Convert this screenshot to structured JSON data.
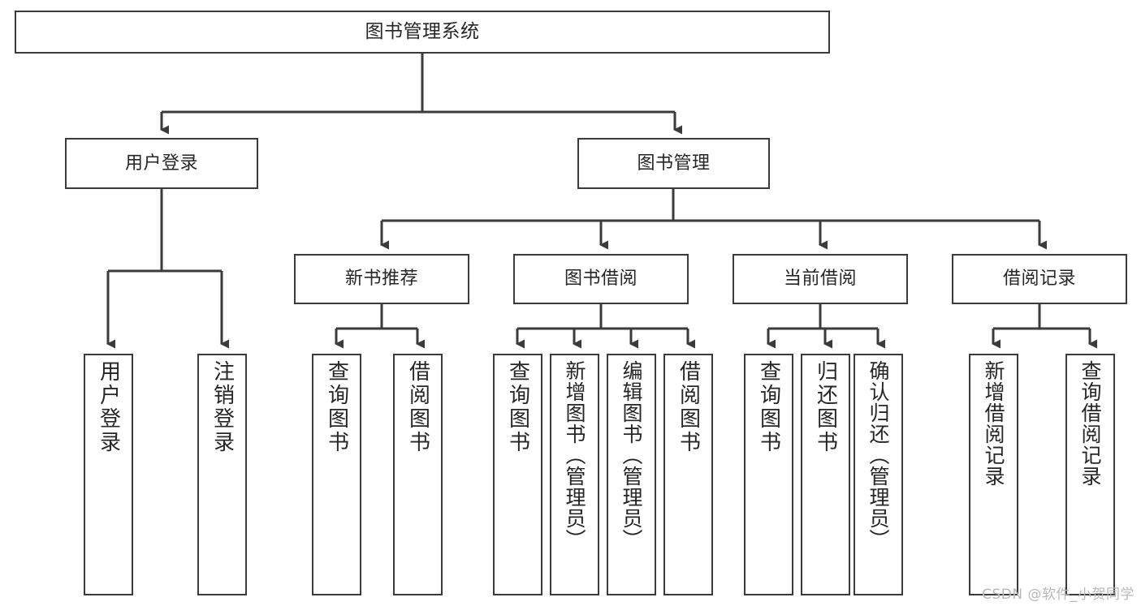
{
  "diagram": {
    "type": "tree",
    "title": "图书管理系统",
    "root": {
      "id": "root",
      "label": "图书管理系统"
    },
    "level2": [
      {
        "id": "user-login",
        "label": "用户登录"
      },
      {
        "id": "book-manage",
        "label": "图书管理"
      }
    ],
    "level3": [
      {
        "id": "new-book-rec",
        "label": "新书推荐",
        "parent": "book-manage"
      },
      {
        "id": "book-borrow",
        "label": "图书借阅",
        "parent": "book-manage"
      },
      {
        "id": "current-borrow",
        "label": "当前借阅",
        "parent": "book-manage"
      },
      {
        "id": "borrow-record",
        "label": "借阅记录",
        "parent": "book-manage"
      }
    ],
    "leaves": [
      {
        "id": "leaf-user-login",
        "label": "用户登录",
        "parent": "user-login"
      },
      {
        "id": "leaf-user-logout",
        "label": "注销登录",
        "parent": "user-login"
      },
      {
        "id": "leaf-rec-query",
        "label": "查询图书",
        "parent": "new-book-rec"
      },
      {
        "id": "leaf-rec-borrow",
        "label": "借阅图书",
        "parent": "new-book-rec"
      },
      {
        "id": "leaf-borrow-query",
        "label": "查询图书",
        "parent": "book-borrow"
      },
      {
        "id": "leaf-borrow-add",
        "label": "新增图书（管理员）",
        "parent": "book-borrow"
      },
      {
        "id": "leaf-borrow-edit",
        "label": "编辑图书（管理员）",
        "parent": "book-borrow"
      },
      {
        "id": "leaf-borrow-do",
        "label": "借阅图书",
        "parent": "book-borrow"
      },
      {
        "id": "leaf-cur-query",
        "label": "查询图书",
        "parent": "current-borrow"
      },
      {
        "id": "leaf-cur-return",
        "label": "归还图书",
        "parent": "current-borrow"
      },
      {
        "id": "leaf-cur-confirm",
        "label": "确认归还（管理员）",
        "parent": "current-borrow"
      },
      {
        "id": "leaf-rec-add",
        "label": "新增借阅记录",
        "parent": "borrow-record"
      },
      {
        "id": "leaf-rec-search",
        "label": "查询借阅记录",
        "parent": "borrow-record"
      }
    ]
  },
  "watermark": {
    "text": "CSDN @软件_小贺同学"
  },
  "colors": {
    "background": "#ffffff",
    "node_fill": "#ffffff",
    "node_border": "#3b3b3b",
    "connector": "#3b3b3b",
    "text": "#262626",
    "watermark": "#b9b9b9"
  }
}
